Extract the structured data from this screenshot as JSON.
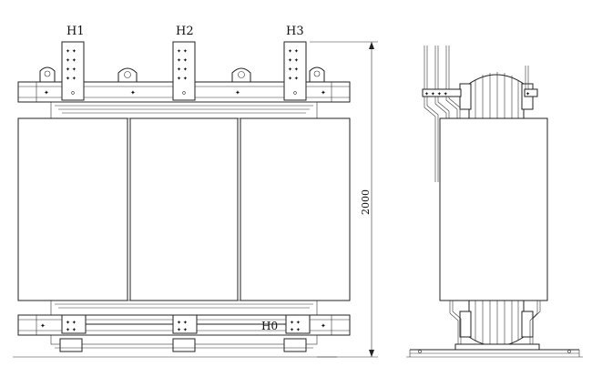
{
  "labels": {
    "terminal_1": "H1",
    "terminal_2": "H2",
    "terminal_3": "H3",
    "neutral": "H0",
    "height_dimension": "2000"
  }
}
